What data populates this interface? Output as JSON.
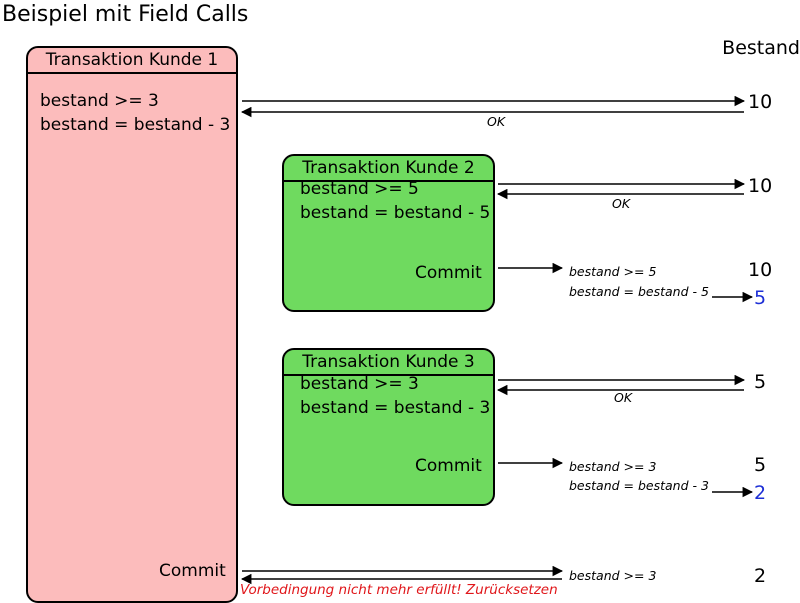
{
  "title": "Beispiel mit Field Calls",
  "bestand_header": "Bestand",
  "t1": {
    "header": "Transaktion Kunde 1",
    "line1": "bestand >= 3",
    "line2": "bestand = bestand - 3",
    "commit": "Commit"
  },
  "t2": {
    "header": "Transaktion Kunde 2",
    "line1": "bestand >= 5",
    "line2": "bestand = bestand - 5",
    "commit": "Commit"
  },
  "t3": {
    "header": "Transaktion Kunde 3",
    "line1": "bestand >= 3",
    "line2": "bestand = bestand - 3",
    "commit": "Commit"
  },
  "messages": {
    "ok1": "OK",
    "ok2": "OK",
    "ok3": "OK",
    "c2_check": "bestand >= 5",
    "c2_update": "bestand = bestand - 5",
    "c3_check": "bestand >= 3",
    "c3_update": "bestand = bestand - 3",
    "c1_check": "bestand >= 3",
    "fail": "Vorbedingung nicht mehr erfüllt! Zurücksetzen"
  },
  "values": {
    "v1": "10",
    "v2": "10",
    "v3": "10",
    "v4": "5",
    "v5": "5",
    "v6": "5",
    "v7": "2",
    "v8": "2"
  },
  "colors": {
    "t1_fill": "#fcbcbc",
    "t2_t3_fill": "#6fda5f",
    "updated_value": "#1d2fd6",
    "error_text": "#e0161a"
  }
}
